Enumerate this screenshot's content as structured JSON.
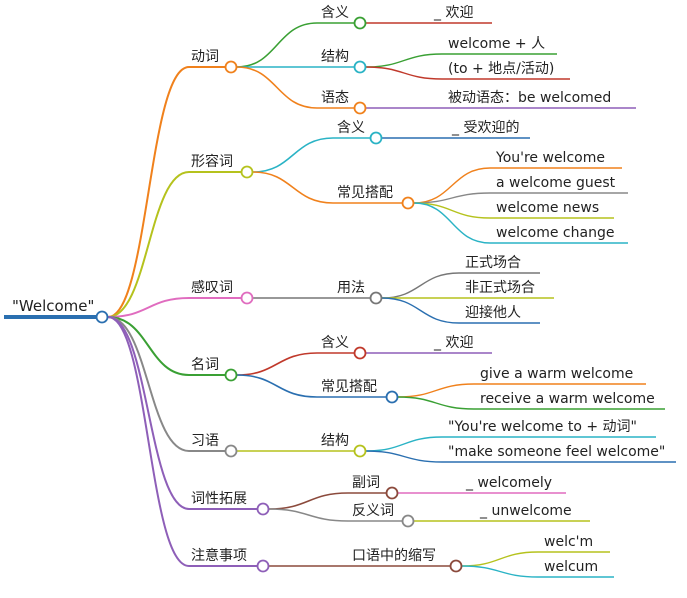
{
  "root": {
    "label": "\"Welcome\""
  },
  "branches": [
    {
      "label": "动词",
      "color": "#f0811c",
      "children": [
        {
          "label": "含义",
          "color": "#3aa034",
          "children": [
            {
              "label": "_ 欢迎",
              "color": "#c0392b"
            }
          ]
        },
        {
          "label": "结构",
          "color": "#2ab3c5",
          "children": [
            {
              "label": "welcome + 人",
              "color": "#3aa034"
            },
            {
              "label": "(to + 地点/活动)",
              "color": "#c0392b"
            }
          ]
        },
        {
          "label": "语态",
          "color": "#f0811c",
          "children": [
            {
              "label": "被动语态：be welcomed",
              "color": "#8e5fb8"
            }
          ]
        }
      ]
    },
    {
      "label": "形容词",
      "color": "#b5c21d",
      "children": [
        {
          "label": "含义",
          "color": "#2ab3c5",
          "children": [
            {
              "label": "_ 受欢迎的",
              "color": "#2a6fb0"
            }
          ]
        },
        {
          "label": "常见搭配",
          "color": "#f0811c",
          "children": [
            {
              "label": "You're welcome",
              "color": "#f0811c"
            },
            {
              "label": "a welcome guest",
              "color": "#888888"
            },
            {
              "label": "welcome news",
              "color": "#b5c21d"
            },
            {
              "label": "welcome change",
              "color": "#2ab3c5"
            }
          ]
        }
      ]
    },
    {
      "label": "感叹词",
      "color": "#e06cbf",
      "children": [
        {
          "label": "用法",
          "color": "#777777",
          "children": [
            {
              "label": "正式场合",
              "color": "#777777"
            },
            {
              "label": "非正式场合",
              "color": "#b5c21d"
            },
            {
              "label": "迎接他人",
              "color": "#2a6fb0"
            }
          ]
        }
      ]
    },
    {
      "label": "名词",
      "color": "#3aa034",
      "children": [
        {
          "label": "含义",
          "color": "#c0392b",
          "children": [
            {
              "label": "_ 欢迎",
              "color": "#8e5fb8"
            }
          ]
        },
        {
          "label": "常见搭配",
          "color": "#2a6fb0",
          "children": [
            {
              "label": "give a warm welcome",
              "color": "#f0811c"
            },
            {
              "label": "receive a warm welcome",
              "color": "#3aa034"
            }
          ]
        }
      ]
    },
    {
      "label": "习语",
      "color": "#888888",
      "children": [
        {
          "label": "结构",
          "color": "#b5c21d",
          "children": [
            {
              "label": "\"You're welcome to + 动词\"",
              "color": "#2ab3c5"
            },
            {
              "label": "\"make someone feel welcome\"",
              "color": "#2a6fb0"
            }
          ]
        }
      ]
    },
    {
      "label": "词性拓展",
      "color": "#8e5fb8",
      "children": [
        {
          "label": "副词",
          "color": "#8b4a3c",
          "children": [
            {
              "label": "_ welcomely",
              "color": "#e06cbf"
            }
          ]
        },
        {
          "label": "反义词",
          "color": "#888888",
          "children": [
            {
              "label": "_ unwelcome",
              "color": "#b5c21d"
            }
          ]
        }
      ]
    },
    {
      "label": "注意事项",
      "color": "#8e5fb8",
      "children": [
        {
          "label": "口语中的缩写",
          "color": "#8b4a3c",
          "children": [
            {
              "label": "welc'm",
              "color": "#b5c21d"
            },
            {
              "label": "welcum",
              "color": "#2ab3c5"
            }
          ]
        }
      ]
    }
  ]
}
